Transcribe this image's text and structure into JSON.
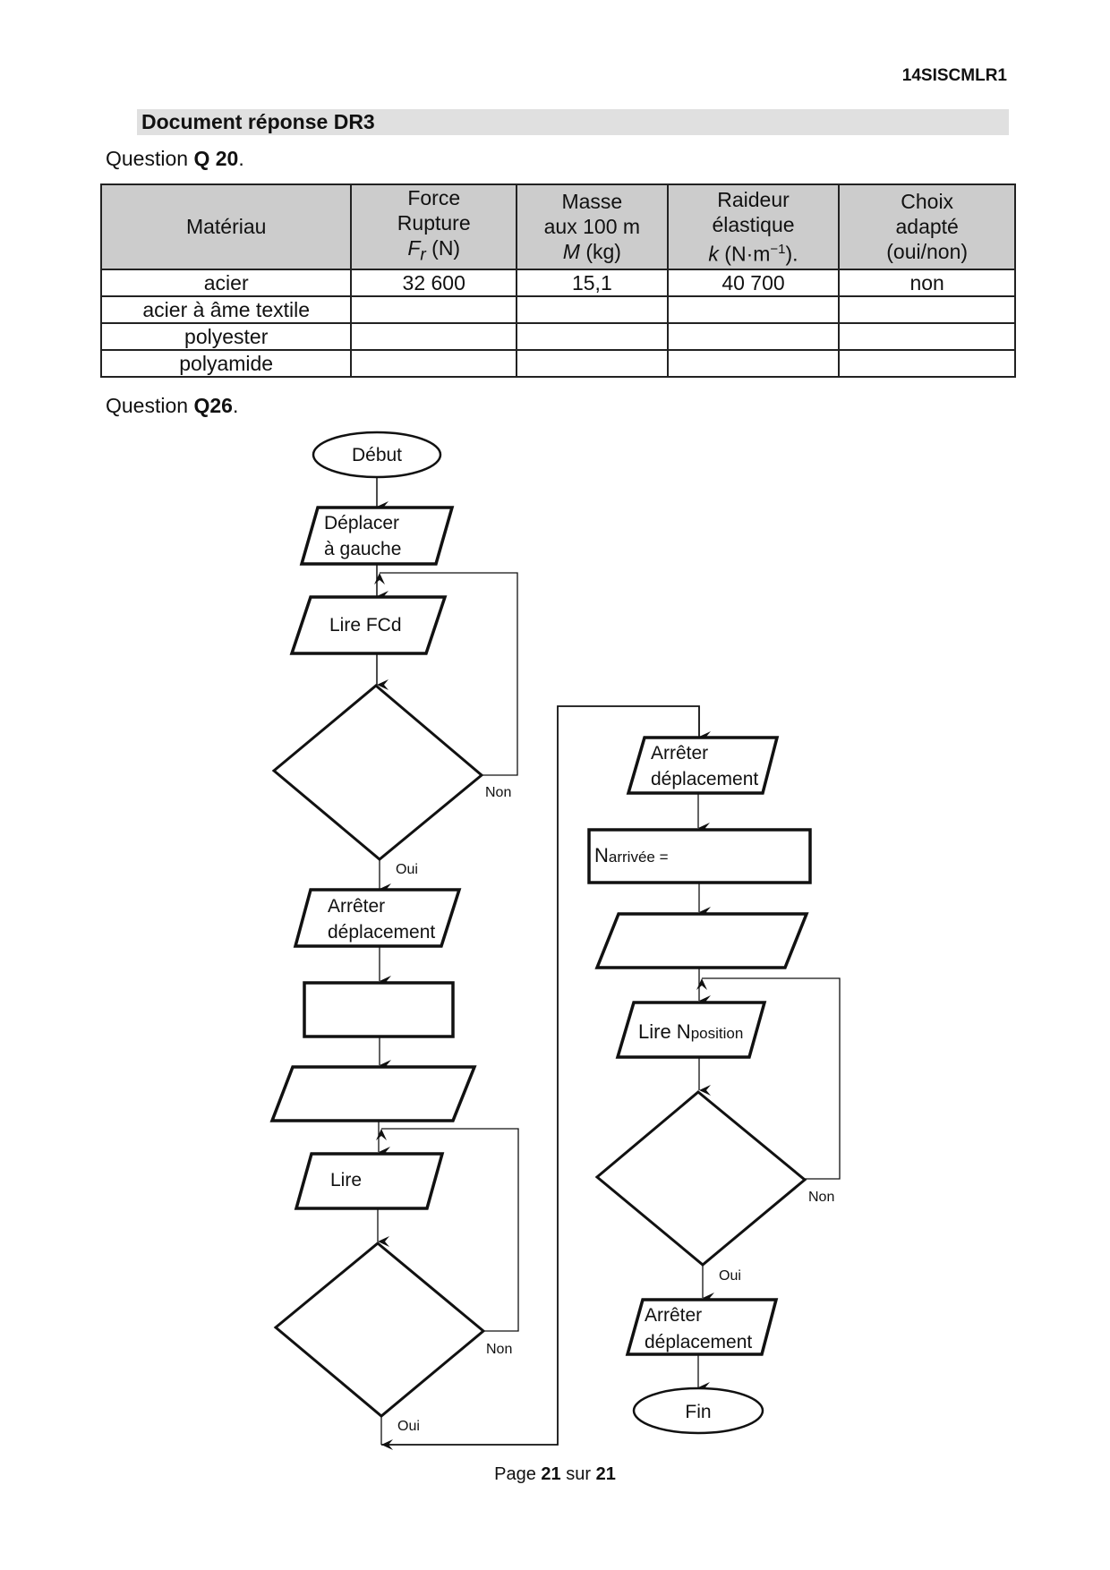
{
  "header": {
    "code": "14SISCMLR1",
    "title": "Document réponse DR3"
  },
  "q20": {
    "label": "Question ",
    "number": "Q 20",
    "suffix": ".",
    "table": {
      "headers": [
        [
          "Matériau"
        ],
        [
          "Force",
          "Rupture",
          "F_r (N)"
        ],
        [
          "Masse",
          "aux 100 m",
          "M (kg)"
        ],
        [
          "Raideur",
          "élastique",
          "k (N·m⁻¹)."
        ],
        [
          "Choix",
          "adapté",
          "(oui/non)"
        ]
      ],
      "header_parts": {
        "force_var": "F",
        "force_sub": "r",
        "force_unit": " (N)",
        "mass_var": "M",
        "mass_unit": " (kg)",
        "k_var": "k",
        "k_unit": " (N·m",
        "k_exp": "−1",
        "k_end": ")."
      },
      "rows": [
        {
          "material": "acier",
          "force": "32 600",
          "mass": "15,1",
          "stiffness": "40 700",
          "choice": "non"
        },
        {
          "material": "acier à âme textile",
          "force": "",
          "mass": "",
          "stiffness": "",
          "choice": ""
        },
        {
          "material": "polyester",
          "force": "",
          "mass": "",
          "stiffness": "",
          "choice": ""
        },
        {
          "material": "polyamide",
          "force": "",
          "mass": "",
          "stiffness": "",
          "choice": ""
        }
      ]
    }
  },
  "q26": {
    "label": "Question ",
    "number": "Q26",
    "suffix": ".",
    "flowchart": {
      "start": "Début",
      "move_left_1": "Déplacer",
      "move_left_2": "à gauche",
      "read_fcd": "Lire FCd",
      "stop_1": "Arrêter",
      "stop_2": "déplacement",
      "read_blank": "Lire",
      "n_arrivee_main": "N",
      "n_arrivee_sub": "arrivée =",
      "read_npos_main": "Lire N",
      "read_npos_sub": "position",
      "yes": "Oui",
      "no": "Non",
      "end": "Fin"
    }
  },
  "footer": {
    "page_word": "Page ",
    "page": "21",
    "of_word": " sur ",
    "total": "21"
  }
}
